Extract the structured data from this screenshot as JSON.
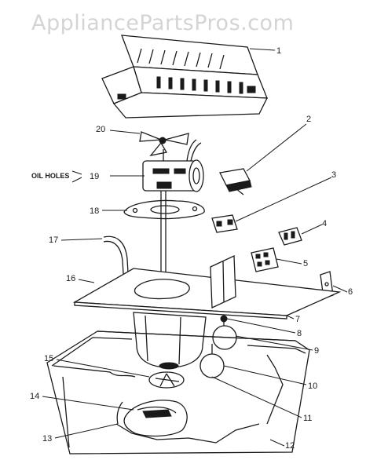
{
  "watermark": "AppliancePartsPros.com",
  "labels": {
    "oil_holes": "OIL HOLES"
  },
  "callouts": [
    "1",
    "2",
    "3",
    "4",
    "5",
    "6",
    "7",
    "8",
    "9",
    "10",
    "11",
    "12",
    "13",
    "14",
    "15",
    "16",
    "17",
    "18",
    "19",
    "20"
  ]
}
